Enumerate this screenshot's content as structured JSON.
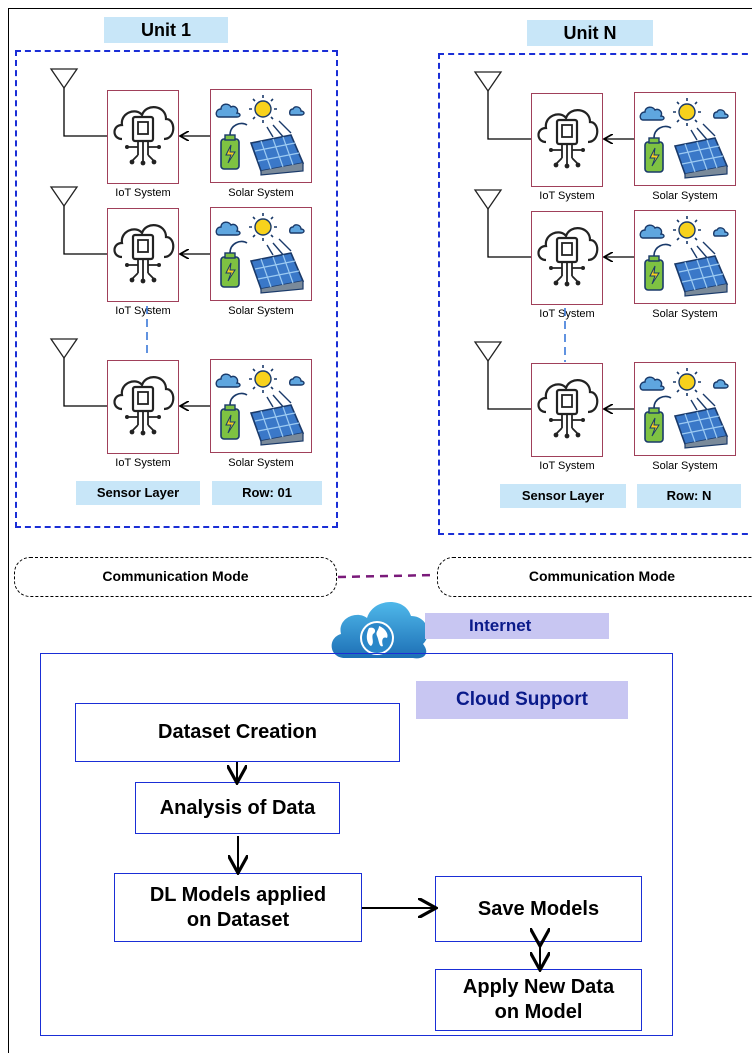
{
  "units": [
    {
      "title": "Unit 1",
      "rows": [
        {
          "iot_label": "IoT System",
          "solar_label": "Solar System"
        },
        {
          "iot_label": "IoT System",
          "solar_label": "Solar System"
        },
        {
          "iot_label": "IoT System",
          "solar_label": "Solar System"
        }
      ],
      "layer_label": "Sensor Layer",
      "row_label": "Row: 01"
    },
    {
      "title": "Unit N",
      "rows": [
        {
          "iot_label": "IoT System",
          "solar_label": "Solar System"
        },
        {
          "iot_label": "IoT System",
          "solar_label": "Solar System"
        },
        {
          "iot_label": "IoT System",
          "solar_label": "Solar System"
        }
      ],
      "layer_label": "Sensor Layer",
      "row_label": "Row: N"
    }
  ],
  "communication": {
    "left_label": "Communication Mode",
    "right_label": "Communication Mode"
  },
  "internet": {
    "label": "Internet",
    "icon": "cloud-globe-icon"
  },
  "cloud": {
    "label": "Cloud Support",
    "steps": {
      "dataset": "Dataset Creation",
      "analysis": "Analysis of Data",
      "dl_line1": "DL Models applied",
      "dl_line2": "on Dataset",
      "save": "Save Models",
      "apply_line1": "Apply New Data",
      "apply_line2": "on Model"
    }
  },
  "icons": {
    "iot": "cloud-chip-icon",
    "solar": "solar-panel-battery-icon",
    "antenna": "antenna-icon"
  },
  "colors": {
    "unit_border": "#1a2ed6",
    "tag_bg": "#c8e6f8",
    "lavender": "#c8c6f2",
    "link": "#7a1a7a"
  }
}
